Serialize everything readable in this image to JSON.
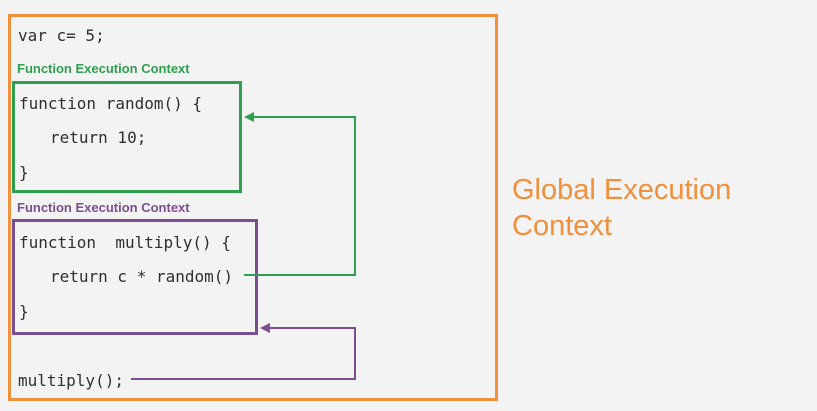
{
  "code": {
    "var_line": "var c= 5;",
    "random_line1": "function random() {",
    "random_line2": "return 10;",
    "random_line3": "}",
    "multiply_line1": "function  multiply() {",
    "multiply_line2": "return c * random()",
    "multiply_line3": "}",
    "call_line": "multiply();"
  },
  "labels": {
    "green_context": "Function Execution Context",
    "purple_context": "Function Execution Context",
    "global_context": "Global Execution Context"
  },
  "colors": {
    "global": "#f28f3b",
    "green": "#2f9e4f",
    "purple": "#7d4d91"
  }
}
